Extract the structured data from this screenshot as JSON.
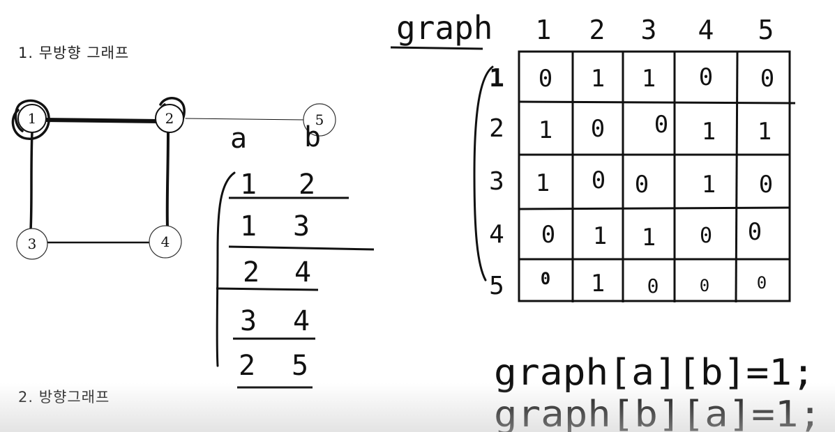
{
  "sections": {
    "undirected_title": "1. 무방향 그래프",
    "directed_title": "2. 방향그래프"
  },
  "graph": {
    "nodes": [
      "1",
      "2",
      "3",
      "4",
      "5"
    ],
    "edges": [
      [
        "1",
        "2"
      ],
      [
        "1",
        "3"
      ],
      [
        "2",
        "4"
      ],
      [
        "3",
        "4"
      ],
      [
        "2",
        "5"
      ]
    ]
  },
  "edge_list": {
    "headers": [
      "a",
      "b"
    ],
    "rows": [
      [
        "1",
        "2"
      ],
      [
        "1",
        "3"
      ],
      [
        "2",
        "4"
      ],
      [
        "3",
        "4"
      ],
      [
        "2",
        "5"
      ]
    ]
  },
  "matrix": {
    "title": "graph",
    "col_headers": [
      "1",
      "2",
      "3",
      "4",
      "5"
    ],
    "row_headers": [
      "1",
      "2",
      "3",
      "4",
      "5"
    ],
    "cells": [
      [
        "0",
        "1",
        "1",
        "0",
        "0"
      ],
      [
        "1",
        "0",
        "0",
        "1",
        "1"
      ],
      [
        "1",
        "0",
        "0",
        "1",
        "0"
      ],
      [
        "0",
        "1",
        "1",
        "0",
        "0"
      ],
      [
        "0",
        "1",
        "0",
        "0",
        "0"
      ]
    ]
  },
  "code": {
    "line1": "graph[a][b]=1;",
    "line2": "graph[b][a]=1;"
  }
}
